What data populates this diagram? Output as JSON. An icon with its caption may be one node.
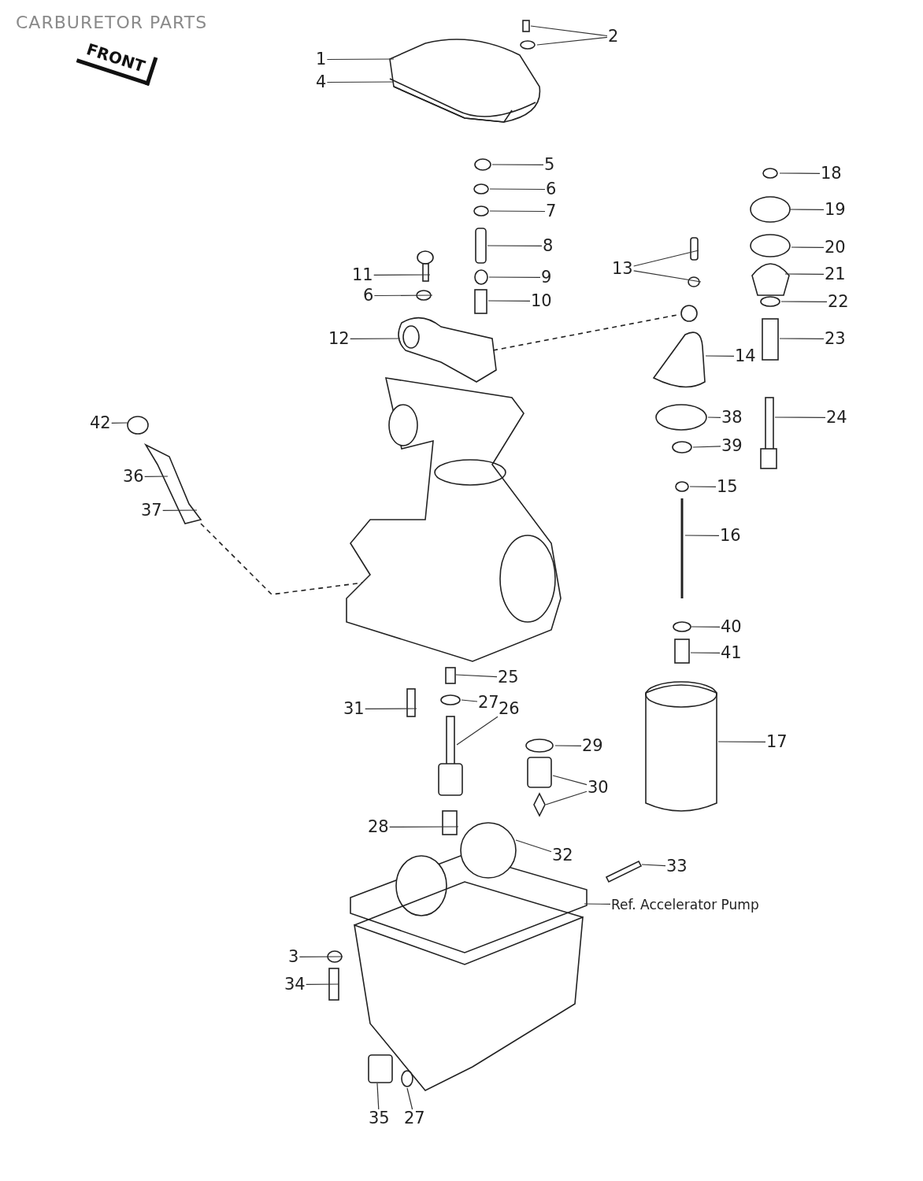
{
  "diagram": {
    "title": "CARBURETOR PARTS",
    "nodes": [
      {
        "text": [
          "1"
        ]
      },
      {
        "text": [
          "4"
        ]
      },
      {
        "text": [
          "2"
        ]
      },
      {
        "text": [
          "5"
        ]
      },
      {
        "text": [
          "6"
        ]
      },
      {
        "text": [
          "7"
        ]
      },
      {
        "text": [
          "8"
        ]
      },
      {
        "text": [
          "18"
        ]
      },
      {
        "text": [
          "19"
        ]
      },
      {
        "text": [
          "20"
        ]
      },
      {
        "text": [
          "21"
        ]
      },
      {
        "text": [
          "13"
        ]
      },
      {
        "text": [
          "11"
        ]
      },
      {
        "text": [
          "9"
        ]
      },
      {
        "text": [
          "6"
        ]
      },
      {
        "text": [
          "10"
        ]
      },
      {
        "text": [
          "22"
        ]
      },
      {
        "text": [
          "12"
        ]
      },
      {
        "text": [
          "23"
        ]
      },
      {
        "text": [
          "14"
        ]
      },
      {
        "text": [
          "24"
        ]
      },
      {
        "text": [
          "42"
        ]
      },
      {
        "text": [
          "38"
        ]
      },
      {
        "text": [
          "39"
        ]
      },
      {
        "text": [
          "36"
        ]
      },
      {
        "text": [
          "15"
        ]
      },
      {
        "text": [
          "37"
        ]
      },
      {
        "text": [
          "16"
        ]
      },
      {
        "text": [
          "40"
        ]
      },
      {
        "text": [
          "41"
        ]
      },
      {
        "text": [
          "25"
        ]
      },
      {
        "text": [
          "31"
        ]
      },
      {
        "text": [
          "27"
        ]
      },
      {
        "text": [
          "26"
        ]
      },
      {
        "text": [
          "29"
        ]
      },
      {
        "text": [
          "17"
        ]
      },
      {
        "text": [
          "30"
        ]
      },
      {
        "text": [
          "28"
        ]
      },
      {
        "text": [
          "32"
        ]
      },
      {
        "text": [
          "33"
        ]
      },
      {
        "text": [
          "Ref. Accelerator Pump"
        ]
      },
      {
        "text": [
          "3"
        ]
      },
      {
        "text": [
          "34"
        ]
      },
      {
        "text": [
          "35"
        ]
      },
      {
        "text": [
          "27"
        ]
      }
    ],
    "edges": [
      {
        "from": 0,
        "to": null,
        "arrow": "none"
      },
      {
        "from": 1,
        "to": null,
        "arrow": "none"
      },
      {
        "from": 2,
        "to": null,
        "arrow": "none"
      },
      {
        "from": 2,
        "to": null,
        "arrow": "none"
      },
      {
        "from": 3,
        "to": null,
        "arrow": "none"
      },
      {
        "from": 4,
        "to": null,
        "arrow": "none"
      },
      {
        "from": 5,
        "to": null,
        "arrow": "none"
      },
      {
        "from": 6,
        "to": null,
        "arrow": "none"
      },
      {
        "from": 7,
        "to": null,
        "arrow": "none"
      },
      {
        "from": 8,
        "to": null,
        "arrow": "none"
      },
      {
        "from": 9,
        "to": null,
        "arrow": "none"
      },
      {
        "from": 10,
        "to": null,
        "arrow": "none"
      },
      {
        "from": 11,
        "to": null,
        "arrow": "none"
      },
      {
        "from": 11,
        "to": null,
        "arrow": "none"
      },
      {
        "from": 12,
        "to": null,
        "arrow": "none"
      },
      {
        "from": 13,
        "to": null,
        "arrow": "none"
      },
      {
        "from": 14,
        "to": null,
        "arrow": "none"
      },
      {
        "from": 15,
        "to": null,
        "arrow": "none"
      },
      {
        "from": 16,
        "to": null,
        "arrow": "none"
      },
      {
        "from": 17,
        "to": null,
        "arrow": "none"
      },
      {
        "from": 18,
        "to": null,
        "arrow": "none"
      },
      {
        "from": 19,
        "to": null,
        "arrow": "none"
      },
      {
        "from": 20,
        "to": null,
        "arrow": "none"
      },
      {
        "from": 21,
        "to": null,
        "arrow": "none"
      },
      {
        "from": 22,
        "to": null,
        "arrow": "none"
      },
      {
        "from": 23,
        "to": null,
        "arrow": "none"
      },
      {
        "from": 24,
        "to": null,
        "arrow": "none"
      },
      {
        "from": 25,
        "to": null,
        "arrow": "none"
      },
      {
        "from": 26,
        "to": null,
        "arrow": "none"
      },
      {
        "from": 27,
        "to": null,
        "arrow": "none"
      },
      {
        "from": 28,
        "to": null,
        "arrow": "none"
      },
      {
        "from": 29,
        "to": null,
        "arrow": "none"
      },
      {
        "from": 30,
        "to": null,
        "arrow": "none"
      },
      {
        "from": 31,
        "to": null,
        "arrow": "none"
      },
      {
        "from": 32,
        "to": null,
        "arrow": "none"
      },
      {
        "from": 33,
        "to": null,
        "arrow": "none"
      },
      {
        "from": 34,
        "to": null,
        "arrow": "none"
      },
      {
        "from": 35,
        "to": null,
        "arrow": "none"
      },
      {
        "from": 36,
        "to": null,
        "arrow": "none"
      },
      {
        "from": 36,
        "to": null,
        "arrow": "none"
      },
      {
        "from": 37,
        "to": null,
        "arrow": "none"
      },
      {
        "from": 38,
        "to": null,
        "arrow": "none"
      },
      {
        "from": 39,
        "to": null,
        "arrow": "none"
      },
      {
        "from": 40,
        "to": null,
        "arrow": "none"
      },
      {
        "from": 41,
        "to": null,
        "arrow": "none"
      },
      {
        "from": 42,
        "to": null,
        "arrow": "none"
      },
      {
        "from": 43,
        "to": null,
        "arrow": "none"
      },
      {
        "from": 44,
        "to": null,
        "arrow": "none"
      }
    ],
    "labels": [
      "FRONT"
    ]
  }
}
